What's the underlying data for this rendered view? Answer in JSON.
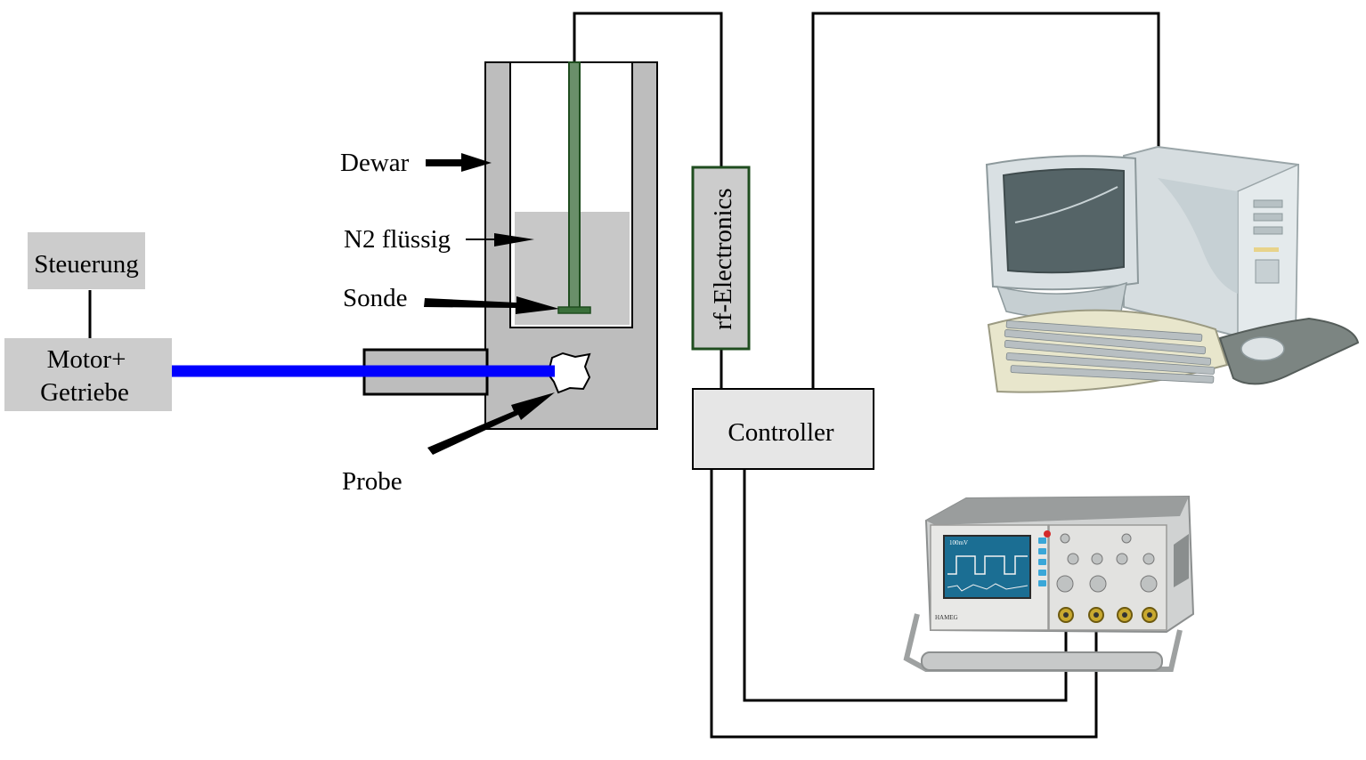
{
  "diagram": {
    "labels": {
      "steuerung": "Steuerung",
      "motor_line1": "Motor+",
      "motor_line2": "Getriebe",
      "dewar": "Dewar",
      "n2": "N2 flüssig",
      "sonde": "Sonde",
      "probe": "Probe",
      "rf": "rf-Electronics",
      "controller": "Controller"
    },
    "colors": {
      "shaft": "#0000ff",
      "probe_rod": "#2e5e2e",
      "rf_border": "#1f4d1f",
      "dewar_fill": "#bdbdbd",
      "box_fill": "#cccccc",
      "controller_fill": "#e6e6e6",
      "wire": "#000000"
    },
    "icons": {
      "computer": "desktop-computer-icon",
      "oscilloscope": "oscilloscope-icon"
    },
    "oscilloscope_screen": {
      "readout": "100mV",
      "brand": "HAMEG"
    }
  }
}
